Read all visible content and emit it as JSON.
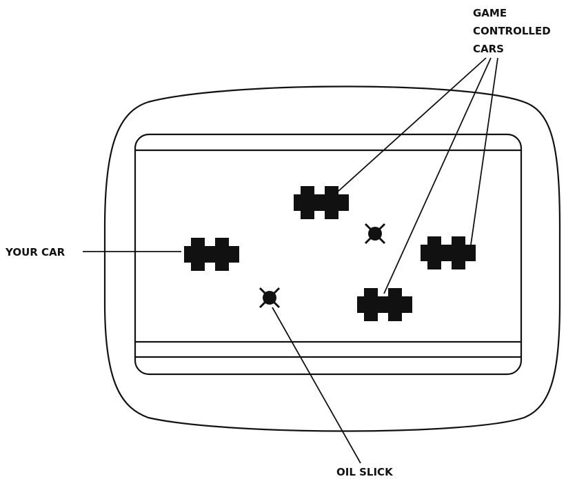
{
  "labels": {
    "game_controlled_cars": [
      "GAME",
      "CONTROLLED",
      "CARS"
    ],
    "your_car": "YOUR CAR",
    "oil_slick": "OIL SLICK"
  },
  "colors": {
    "ink": "#111111",
    "background": "#ffffff"
  }
}
